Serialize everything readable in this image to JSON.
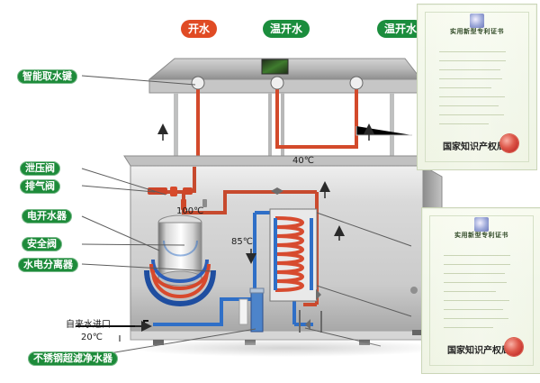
{
  "diagram": {
    "title": "",
    "top_labels": {
      "hot": "开水",
      "warm": "温开水",
      "warm_right": "温开水"
    },
    "left_labels": {
      "smart_key": "智能取水键",
      "pressure_valve": "泄压阀",
      "exhaust_valve": "排气阀",
      "electric_boiler": "电开水器",
      "safety_valve": "安全阀",
      "water_separator": "水电分离器",
      "filter_unit": "不锈钢超滤净水器"
    },
    "notes": {
      "temp_top": "40℃",
      "temp_boil": "100℃",
      "temp_coil": "85℃",
      "temp_inlet": "20℃",
      "tap_inlet": "自来水进口"
    },
    "certificates": [
      {
        "title": "实用新型专利证书",
        "signature": "国家知识产权局"
      },
      {
        "title": "实用新型专利证书",
        "signature": "国家知识产权局"
      }
    ]
  }
}
